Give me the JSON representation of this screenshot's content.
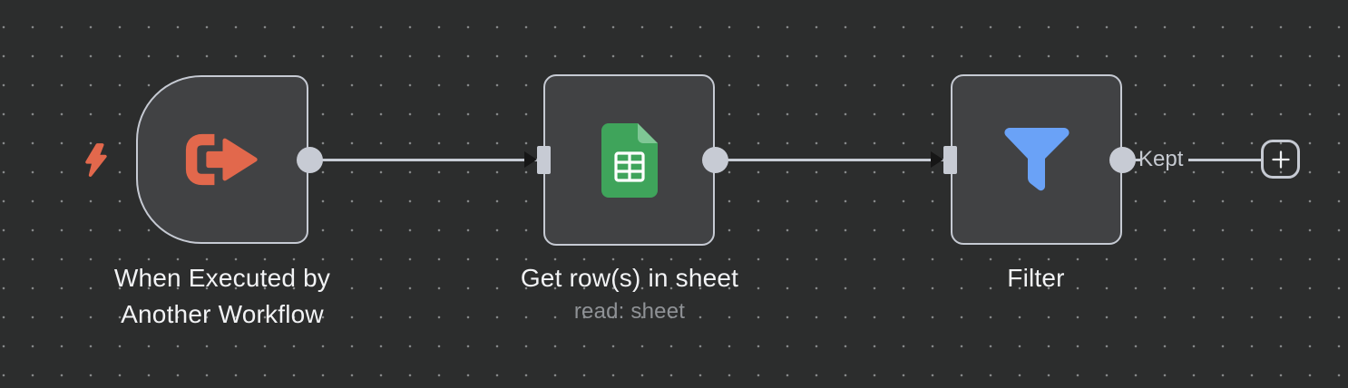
{
  "colors": {
    "background": "#2c2d2d",
    "grid_dot": "#858788",
    "node_fill": "#414244",
    "node_border": "#c6cad3",
    "connector": "#c7cbd4",
    "arrowhead": "#161616",
    "label": "#f2f3f5",
    "sublabel": "#8f9296",
    "kept_label": "#c6cad1",
    "trigger_accent": "#e2684c",
    "sheets_green": "#3fa45b",
    "sheets_fold": "#7fc795",
    "filter_blue": "#6aa2f7",
    "icon_white": "#ffffff",
    "plus_glyph": "#eef0f2"
  },
  "nodes": {
    "trigger": {
      "label": "When Executed by Another Workflow",
      "icon": "execute-workflow-icon"
    },
    "sheets": {
      "label": "Get row(s) in sheet",
      "subtitle": "read: sheet",
      "icon": "google-sheets-icon"
    },
    "filter": {
      "label": "Filter",
      "output_label": "Kept",
      "icon": "filter-funnel-icon"
    }
  },
  "connections": [
    {
      "from": "trigger",
      "to": "sheets"
    },
    {
      "from": "sheets",
      "to": "filter"
    },
    {
      "from": "filter",
      "to": "add-node-button",
      "label": "Kept"
    }
  ],
  "add_button": {
    "icon": "plus-icon"
  },
  "badges": {
    "instant_trigger": "lightning-bolt-icon"
  }
}
